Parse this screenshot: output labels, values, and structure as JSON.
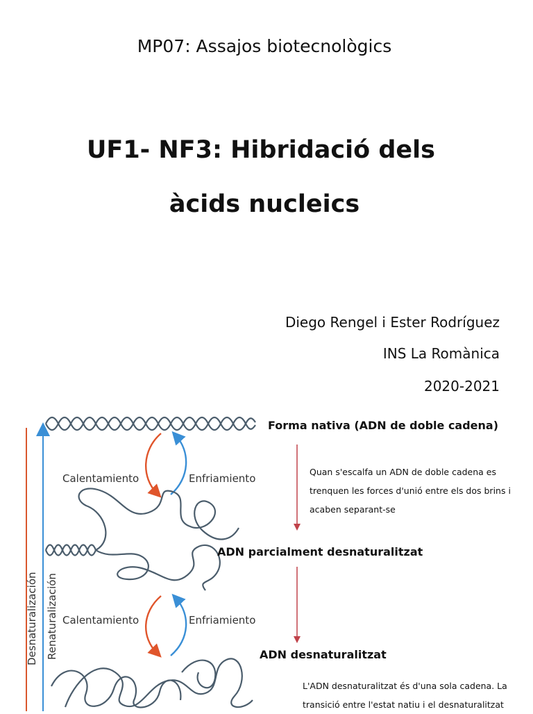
{
  "course": "MP07: Assajos biotecnològics",
  "title_line1": "UF1- NF3: Hibridació dels",
  "title_line2": "àcids nucleics",
  "authors": "Diego Rengel i Ester Rodríguez",
  "school": "INS La Romànica",
  "year": "2020-2021",
  "diagram": {
    "heating_label": "Calentamiento",
    "cooling_label": "Enfriamiento",
    "denaturation_axis": "Desnaturalización",
    "renaturation_axis": "Renaturalización",
    "colors": {
      "heat": "#e0552b",
      "cool": "#3a8fd6",
      "strand": "#4b5d6c",
      "flow_arrow": "#c0424a",
      "axis_red": "#d9572d",
      "axis_blue": "#3a8fd6"
    }
  },
  "flow": {
    "native_label": "Forma nativa (ADN de doble cadena)",
    "native_note": "Quan s'escalfa un ADN de doble cadena es trenquen les forces d'unió entre els dos brins i acaben separant-se",
    "partial_label": "ADN parcialment desnaturalitzat",
    "denatured_label": "ADN desnaturalitzat",
    "denatured_note": "L'ADN desnaturalitzat és d'una sola cadena. La transició entre l'estat natiu i el desnaturalitzat"
  }
}
